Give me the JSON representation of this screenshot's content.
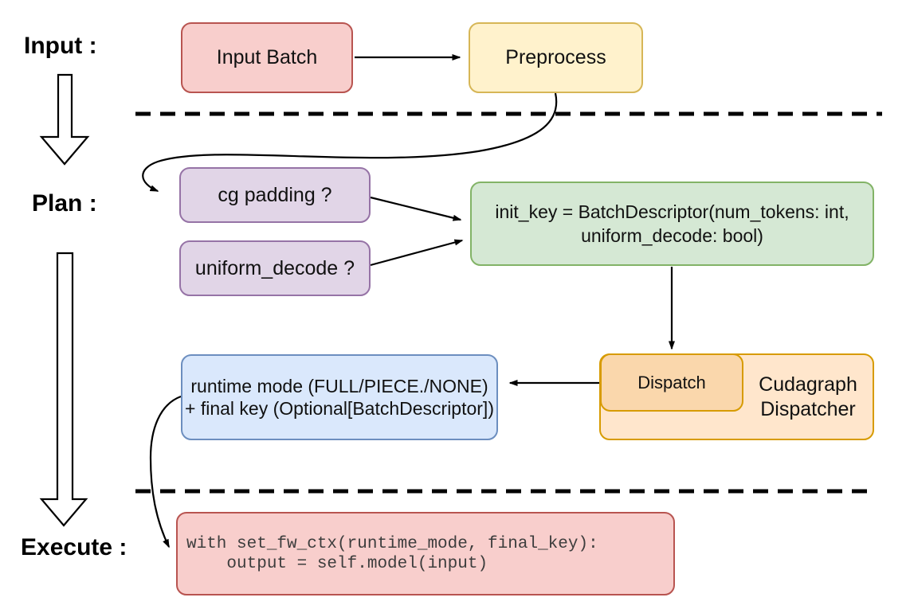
{
  "stage_labels": {
    "input": "Input :",
    "plan": "Plan :",
    "execute": "Execute :"
  },
  "nodes": {
    "input_batch": {
      "label": "Input Batch"
    },
    "preprocess": {
      "label": "Preprocess"
    },
    "cg_padding": {
      "label": "cg padding ?"
    },
    "uniform_decode": {
      "label": "uniform_decode ?"
    },
    "init_key": {
      "line1": "init_key = BatchDescriptor(num_tokens: int,",
      "line2": "uniform_decode: bool)"
    },
    "dispatch": {
      "label": "Dispatch"
    },
    "cudagraph_dispatcher": {
      "line1": "Cudagraph",
      "line2": "Dispatcher"
    },
    "runtime_mode": {
      "line1": "runtime mode (FULL/PIECE./NONE)",
      "line2": "+ final key (Optional[BatchDescriptor])"
    },
    "execute_code": {
      "line1": "with set_fw_ctx(runtime_mode, final_key):",
      "line2": "    output = self.model(input)"
    }
  },
  "colors": {
    "pink_fill": "#F8CECC",
    "pink_stroke": "#B85450",
    "yellow_fill": "#FFF2CC",
    "yellow_stroke": "#D6B656",
    "purple_fill": "#E1D5E7",
    "purple_stroke": "#9673A6",
    "green_fill": "#D5E8D4",
    "green_stroke": "#82B366",
    "blue_fill": "#DAE8FC",
    "blue_stroke": "#6C8EBF",
    "orange_fill": "#FFE6CC",
    "orange_inner_fill": "#FAD7AC",
    "orange_stroke": "#D79B00",
    "connector": "#000000"
  }
}
